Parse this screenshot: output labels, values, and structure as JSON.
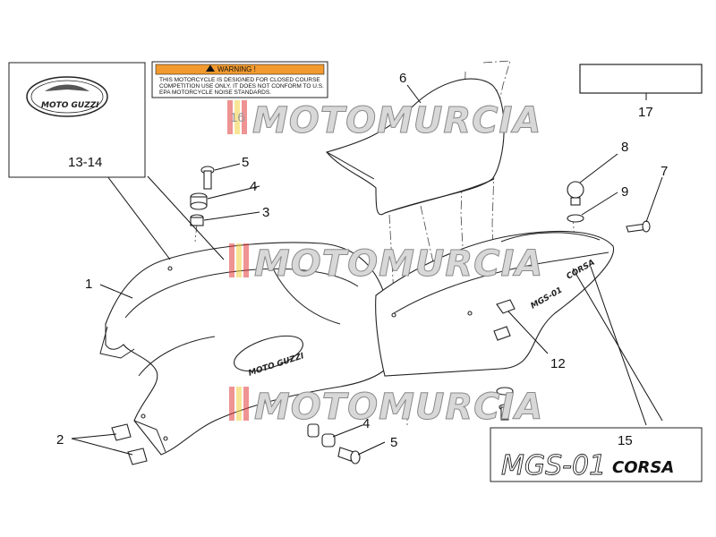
{
  "callouts": [
    "1",
    "2",
    "3",
    "4",
    "5",
    "6",
    "7",
    "8",
    "9",
    "12",
    "13-14",
    "15",
    "16",
    "17",
    "4",
    "5"
  ],
  "warning": {
    "title": "WARNING !",
    "lines": [
      "THIS MOTORCYCLE IS DESIGNED FOR CLOSED COURSE",
      "COMPETITION USE ONLY. IT DOES NOT CONFORM TO U.S.",
      "EPA MOTORCYCLE NOISE STANDARDS."
    ]
  },
  "logo_badge": "MOTO GUZZI",
  "tank_logo": "MOTO GUZZI",
  "decal": {
    "model": "MGS-01",
    "variant": "CORSA"
  },
  "watermark": "MOTOMURCIA",
  "colors": {
    "line": "#222222",
    "watermark_fill": "#d8d8d8",
    "watermark_stripe_red": "#e23b3b",
    "watermark_stripe_yellow": "#f0d040",
    "warning_orange": "#f29a2e"
  }
}
